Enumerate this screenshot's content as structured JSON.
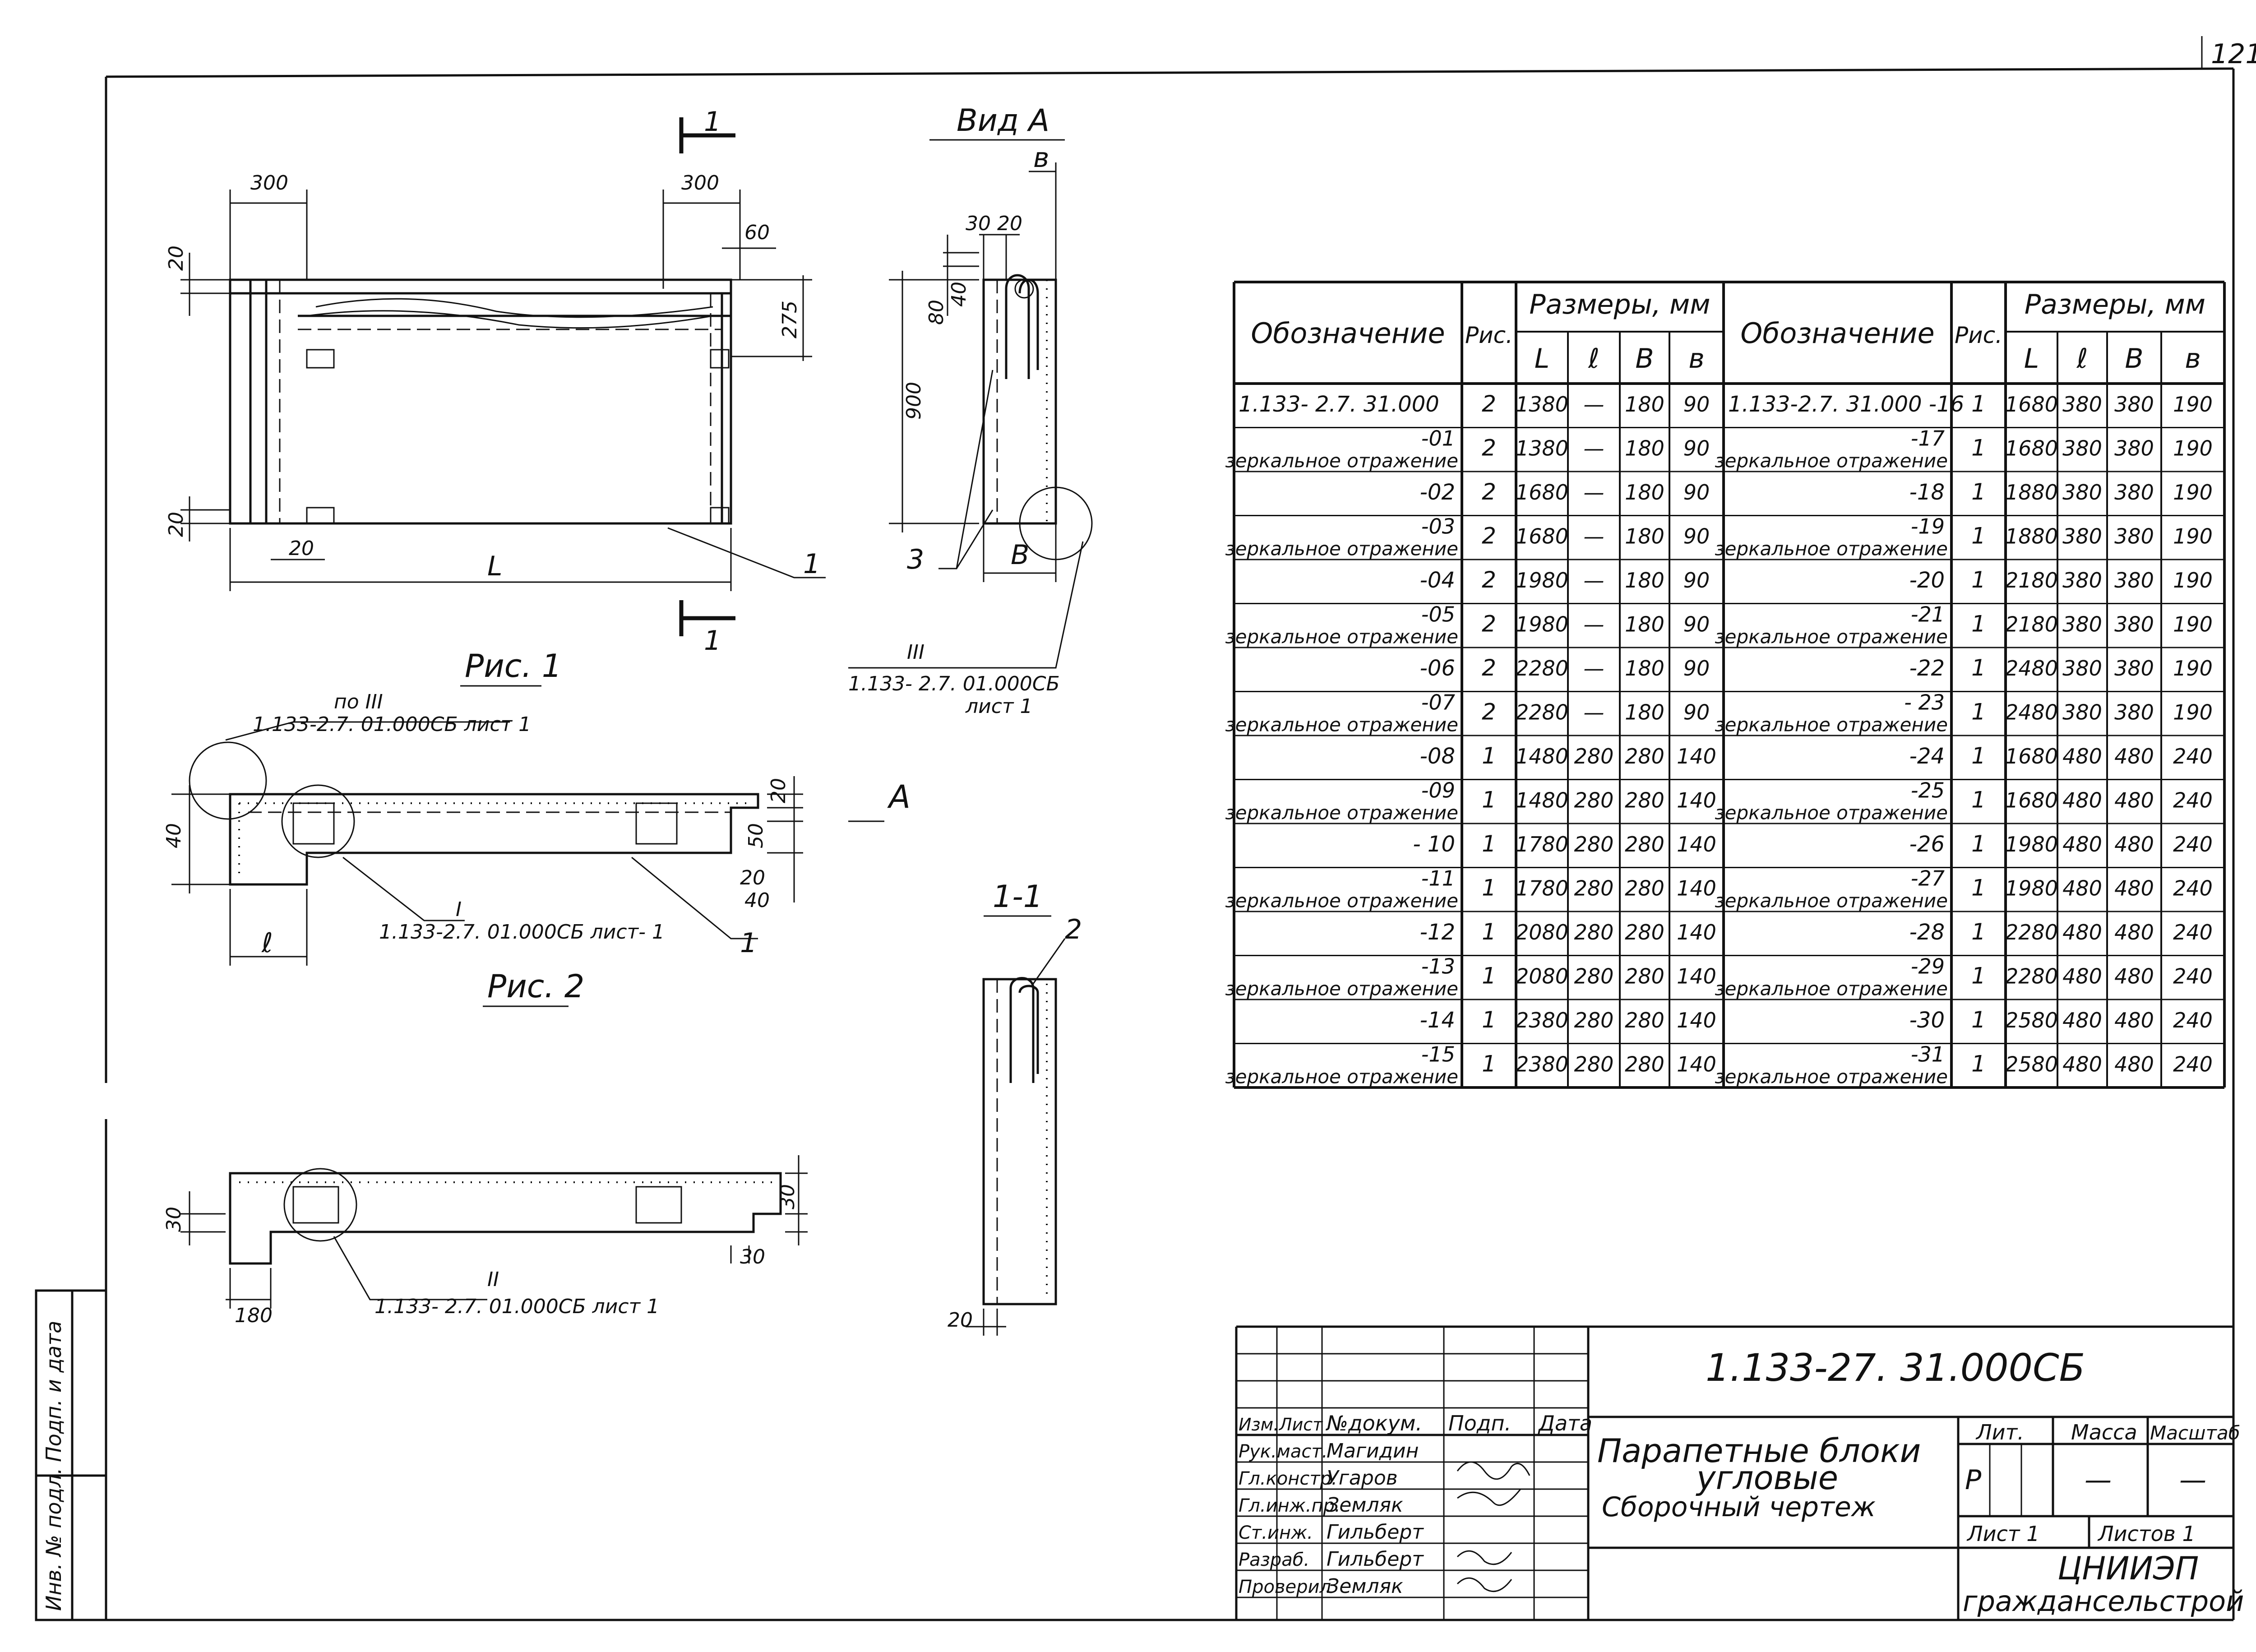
{
  "page": {
    "number": "121"
  },
  "views": {
    "fig1_caption": "Рис. 1",
    "fig2_caption": "Рис. 2",
    "view_a_title": "Вид А",
    "view_a_letter": "А",
    "section_11_title": "1-1",
    "section_mark": "1",
    "dims": {
      "d300a": "300",
      "d300b": "300",
      "d60": "60",
      "d275": "275",
      "d20a": "20",
      "d20b": "20",
      "d20c": "20",
      "dL": "L",
      "d900": "900",
      "d30": "30",
      "d20d": "20",
      "d80": "80",
      "d40": "40",
      "dB": "В",
      "db": "в",
      "d40b": "40",
      "d20e": "20",
      "d50": "50",
      "d20f": "20",
      "d30b": "30",
      "dl": "ℓ",
      "d30c": "30",
      "d30d": "30",
      "d180": "180",
      "d20g": "20"
    },
    "positions": {
      "p1": "1",
      "p2": "2",
      "p3": "3",
      "p1b": "1"
    },
    "callouts": {
      "c3_roman": "III",
      "c3_ref": "1.133- 2.7. 01.000СБ",
      "c3_sheet": "лист 1",
      "c_po3": "по III",
      "c_po3_ref": "1.133-2.7. 01.000СБ лист 1",
      "c1_roman": "I",
      "c1_ref": "1.133-2.7. 01.000СБ лист- 1",
      "c2_roman": "II",
      "c2_ref": "1.133- 2.7. 01.000СБ лист 1"
    }
  },
  "table": {
    "headers": {
      "designation": "Обозначение",
      "fig": "Рис.",
      "dimensions": "Размеры, мм",
      "L": "L",
      "l": "ℓ",
      "B": "В",
      "b": "в"
    },
    "left_rows": [
      {
        "des": "1.133- 2.7. 31.000",
        "sub": "",
        "fig": "2",
        "L": "1380",
        "l": "—",
        "B": "180",
        "b": "90"
      },
      {
        "des": "-01",
        "sub": "зеркальное отражение",
        "fig": "2",
        "L": "1380",
        "l": "—",
        "B": "180",
        "b": "90"
      },
      {
        "des": "-02",
        "sub": "",
        "fig": "2",
        "L": "1680",
        "l": "—",
        "B": "180",
        "b": "90"
      },
      {
        "des": "-03",
        "sub": "зеркальное отражение",
        "fig": "2",
        "L": "1680",
        "l": "—",
        "B": "180",
        "b": "90"
      },
      {
        "des": "-04",
        "sub": "",
        "fig": "2",
        "L": "1980",
        "l": "—",
        "B": "180",
        "b": "90"
      },
      {
        "des": "-05",
        "sub": "зеркальное отражение",
        "fig": "2",
        "L": "1980",
        "l": "—",
        "B": "180",
        "b": "90"
      },
      {
        "des": "-06",
        "sub": "",
        "fig": "2",
        "L": "2280",
        "l": "—",
        "B": "180",
        "b": "90"
      },
      {
        "des": "-07",
        "sub": "зеркальное отражение",
        "fig": "2",
        "L": "2280",
        "l": "—",
        "B": "180",
        "b": "90"
      },
      {
        "des": "-08",
        "sub": "",
        "fig": "1",
        "L": "1480",
        "l": "280",
        "B": "280",
        "b": "140"
      },
      {
        "des": "-09",
        "sub": "зеркальное отражение",
        "fig": "1",
        "L": "1480",
        "l": "280",
        "B": "280",
        "b": "140"
      },
      {
        "des": "- 10",
        "sub": "",
        "fig": "1",
        "L": "1780",
        "l": "280",
        "B": "280",
        "b": "140"
      },
      {
        "des": "-11",
        "sub": "зеркальное отражение",
        "fig": "1",
        "L": "1780",
        "l": "280",
        "B": "280",
        "b": "140"
      },
      {
        "des": "-12",
        "sub": "",
        "fig": "1",
        "L": "2080",
        "l": "280",
        "B": "280",
        "b": "140"
      },
      {
        "des": "-13",
        "sub": "зеркальное отражение",
        "fig": "1",
        "L": "2080",
        "l": "280",
        "B": "280",
        "b": "140"
      },
      {
        "des": "-14",
        "sub": "",
        "fig": "1",
        "L": "2380",
        "l": "280",
        "B": "280",
        "b": "140"
      },
      {
        "des": "-15",
        "sub": "зеркальное отражение",
        "fig": "1",
        "L": "2380",
        "l": "280",
        "B": "280",
        "b": "140"
      }
    ],
    "right_rows": [
      {
        "des": "1.133-2.7. 31.000 -16",
        "sub": "",
        "fig": "1",
        "L": "1680",
        "l": "380",
        "B": "380",
        "b": "190"
      },
      {
        "des": "-17",
        "sub": "зеркальное отражение",
        "fig": "1",
        "L": "1680",
        "l": "380",
        "B": "380",
        "b": "190"
      },
      {
        "des": "-18",
        "sub": "",
        "fig": "1",
        "L": "1880",
        "l": "380",
        "B": "380",
        "b": "190"
      },
      {
        "des": "-19",
        "sub": "зеркальное отражение",
        "fig": "1",
        "L": "1880",
        "l": "380",
        "B": "380",
        "b": "190"
      },
      {
        "des": "-20",
        "sub": "",
        "fig": "1",
        "L": "2180",
        "l": "380",
        "B": "380",
        "b": "190"
      },
      {
        "des": "-21",
        "sub": "зеркальное отражение",
        "fig": "1",
        "L": "2180",
        "l": "380",
        "B": "380",
        "b": "190"
      },
      {
        "des": "-22",
        "sub": "",
        "fig": "1",
        "L": "2480",
        "l": "380",
        "B": "380",
        "b": "190"
      },
      {
        "des": "- 23",
        "sub": "зеркальное отражение",
        "fig": "1",
        "L": "2480",
        "l": "380",
        "B": "380",
        "b": "190"
      },
      {
        "des": "-24",
        "sub": "",
        "fig": "1",
        "L": "1680",
        "l": "480",
        "B": "480",
        "b": "240"
      },
      {
        "des": "-25",
        "sub": "зеркальное отражение",
        "fig": "1",
        "L": "1680",
        "l": "480",
        "B": "480",
        "b": "240"
      },
      {
        "des": "-26",
        "sub": "",
        "fig": "1",
        "L": "1980",
        "l": "480",
        "B": "480",
        "b": "240"
      },
      {
        "des": "-27",
        "sub": "зеркальное отражение",
        "fig": "1",
        "L": "1980",
        "l": "480",
        "B": "480",
        "b": "240"
      },
      {
        "des": "-28",
        "sub": "",
        "fig": "1",
        "L": "2280",
        "l": "480",
        "B": "480",
        "b": "240"
      },
      {
        "des": "-29",
        "sub": "зеркальное отражение",
        "fig": "1",
        "L": "2280",
        "l": "480",
        "B": "480",
        "b": "240"
      },
      {
        "des": "-30",
        "sub": "",
        "fig": "1",
        "L": "2580",
        "l": "480",
        "B": "480",
        "b": "240"
      },
      {
        "des": "-31",
        "sub": "зеркальное отражение",
        "fig": "1",
        "L": "2580",
        "l": "480",
        "B": "480",
        "b": "240"
      }
    ]
  },
  "title_block": {
    "doc_code": "1.133-27. 31.000СБ",
    "title_line1": "Парапетные блоки",
    "title_line2": "угловые",
    "title_line3": "Сборочный чертеж",
    "col_headers": {
      "izm": "Изм.",
      "list": "Лист",
      "ndoc": "№докум.",
      "podp": "Подп.",
      "data": "Дата"
    },
    "people": [
      {
        "role": "Рук.маст.",
        "name": "Магидин"
      },
      {
        "role": "Гл.констр.",
        "name": "Угаров"
      },
      {
        "role": "Гл.инж.пр.",
        "name": "Земляк"
      },
      {
        "role": "Ст.инж.",
        "name": "Гильберт"
      },
      {
        "role": "Разраб.",
        "name": "Гильберт"
      },
      {
        "role": "Проверил",
        "name": "Земляк"
      }
    ],
    "lit_label": "Лит.",
    "mass_label": "Масса",
    "scale_label": "Масштаб",
    "lit_value": "Р",
    "mass_value": "—",
    "scale_value": "—",
    "sheet_label": "Лист 1",
    "sheets_label": "Листов 1",
    "org_line1": "ЦНИИЭП",
    "org_line2": "граждансельстрой"
  },
  "side_stamp": {
    "inv_label": "Инв. № подл.",
    "sign_label": "Подп. и дата"
  }
}
